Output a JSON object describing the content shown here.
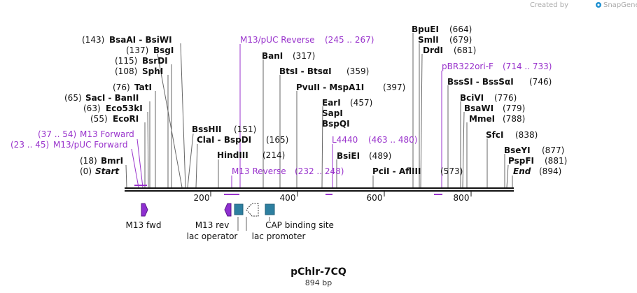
{
  "watermark": {
    "created_by": "Created by",
    "product": "SnapGene"
  },
  "plasmid": {
    "name": "pChlr-7CQ",
    "length": "894 bp"
  },
  "ruler": {
    "ticks": [
      "200",
      "400",
      "600",
      "800"
    ]
  },
  "sites": [
    {
      "num": "(143)",
      "names": "BsaAI  -  BsiWI"
    },
    {
      "num": "(137)",
      "names": "BsgI"
    },
    {
      "num": "(115)",
      "names": "BsrDI"
    },
    {
      "num": "(108)",
      "names": "SphI"
    },
    {
      "num": "(76)",
      "names": "TatI"
    },
    {
      "num": "(65)",
      "names": "SacI  -  BanII"
    },
    {
      "num": "(63)",
      "names": "Eco53kI"
    },
    {
      "num": "(55)",
      "names": "EcoRI"
    },
    {
      "num": "(18)",
      "names": "BmrI"
    },
    {
      "num": "(0)",
      "names": "Start",
      "italic": true
    },
    {
      "num": "(317)",
      "names": "BanI"
    },
    {
      "num": "(359)",
      "names": "BtsI  -  BtsαI"
    },
    {
      "num": "(397)",
      "names": "PvuII  -  MspA1I"
    },
    {
      "num": "(457)",
      "names": "EarI"
    },
    {
      "num": "",
      "names": "SapI"
    },
    {
      "num": "",
      "names": "BspQI"
    },
    {
      "num": "(489)",
      "names": "BsiEI"
    },
    {
      "num": "(151)",
      "names": "BssHII"
    },
    {
      "num": "(165)",
      "names": "ClaI  -  BspDI"
    },
    {
      "num": "(214)",
      "names": "HindIII"
    },
    {
      "num": "(573)",
      "names": "PciI  -  AflIII"
    },
    {
      "num": "(664)",
      "names": "BpuEI"
    },
    {
      "num": "(679)",
      "names": "SmlI"
    },
    {
      "num": "(681)",
      "names": "DrdI"
    },
    {
      "num": "(746)",
      "names": "BssSI  -  BssSαI"
    },
    {
      "num": "(776)",
      "names": "BciVI"
    },
    {
      "num": "(779)",
      "names": "BsaWI"
    },
    {
      "num": "(788)",
      "names": "MmeI"
    },
    {
      "num": "(838)",
      "names": "SfcI"
    },
    {
      "num": "(877)",
      "names": "BseYI"
    },
    {
      "num": "(881)",
      "names": "PspFI"
    },
    {
      "num": "(894)",
      "names": "End",
      "italic": true
    }
  ],
  "primers": [
    {
      "name": "M13/pUC Reverse",
      "range": "(245 .. 267)"
    },
    {
      "name": "pBR322ori-F",
      "range": "(714 .. 733)"
    },
    {
      "name": "M13 Forward",
      "range": "(37 .. 54)"
    },
    {
      "name": "M13/pUC Forward",
      "range": "(23 .. 45)"
    },
    {
      "name": "L4440",
      "range": "(463 .. 480)"
    },
    {
      "name": "M13 Reverse",
      "range": "(232 .. 248)"
    }
  ],
  "features": {
    "m13fwd": "M13 fwd",
    "m13rev": "M13 rev",
    "lacop": "lac operator",
    "lacprom": "lac promoter",
    "cap": "CAP binding site"
  },
  "colors": {
    "primer": "#9933cc",
    "feature": "#2d7fa0",
    "feature_dark": "#1f5f7a",
    "backbone": "#111111"
  }
}
